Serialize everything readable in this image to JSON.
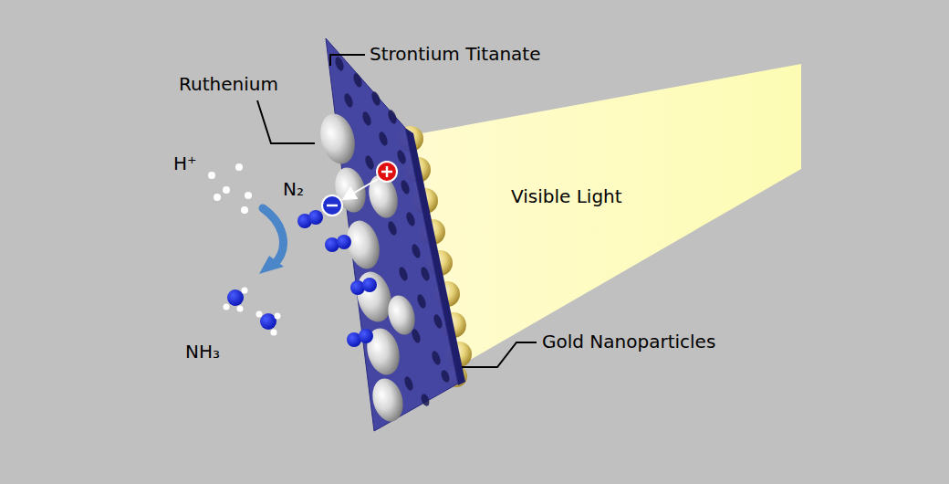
{
  "diagram": {
    "labels": [
      "Strontium Titanate",
      "Ruthenium",
      "H⁺",
      "N₂",
      "Visible Light",
      "Gold Nanoparticles",
      "NH₃"
    ]
  }
}
